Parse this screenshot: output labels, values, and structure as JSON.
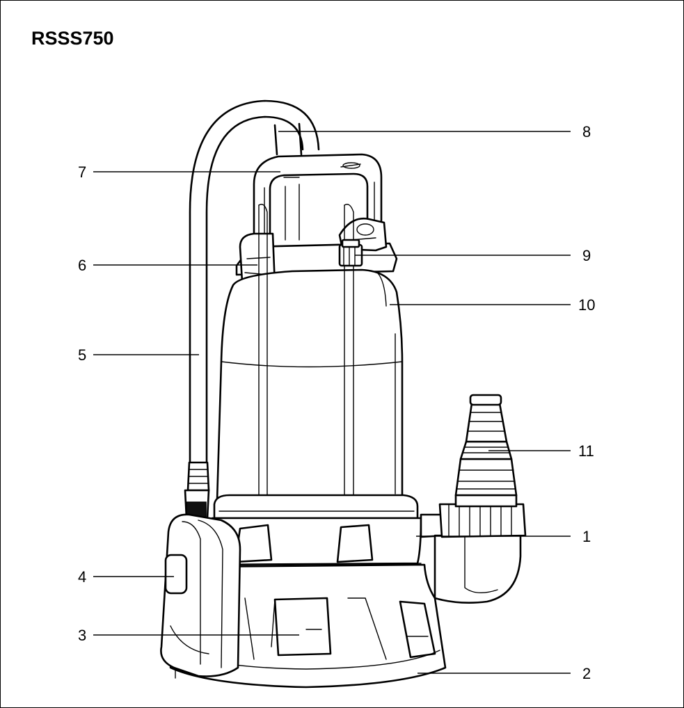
{
  "model": "RSSS750",
  "callouts": [
    {
      "number": "1"
    },
    {
      "number": "2"
    },
    {
      "number": "3"
    },
    {
      "number": "4"
    },
    {
      "number": "5"
    },
    {
      "number": "6"
    },
    {
      "number": "7"
    },
    {
      "number": "8"
    },
    {
      "number": "9"
    },
    {
      "number": "10"
    },
    {
      "number": "11"
    }
  ]
}
